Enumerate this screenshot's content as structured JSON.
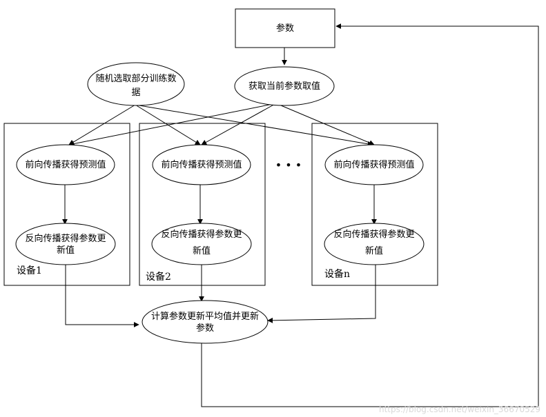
{
  "nodes": {
    "params": "参数",
    "random_data": [
      "随机选取部分训练数",
      "据"
    ],
    "get_params": "获取当前参数取值",
    "forward": "前向传播获得预测值",
    "backward": [
      "反向传播获得参数更",
      "新值"
    ],
    "average": [
      "计算参数更新平均值并更新",
      "参数"
    ]
  },
  "devices": [
    "设备1",
    "设备2",
    "设备n"
  ],
  "ellipsis": "• • •",
  "watermark": "https://blog.csdn.net/weixin_36670529"
}
